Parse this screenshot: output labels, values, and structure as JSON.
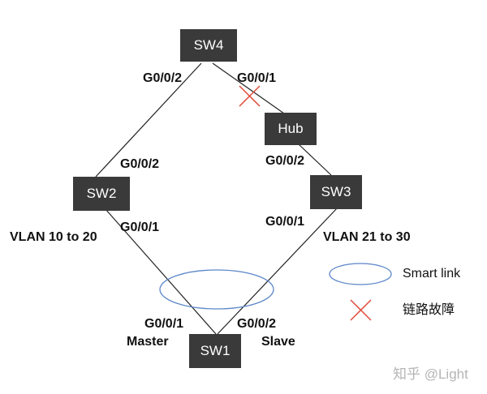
{
  "nodes": {
    "sw4": "SW4",
    "hub": "Hub",
    "sw2": "SW2",
    "sw3": "SW3",
    "sw1": "SW1"
  },
  "ports": {
    "sw4_left": "G0/0/2",
    "sw4_right": "G0/0/1",
    "sw2_top": "G0/0/2",
    "sw2_bottom": "G0/0/1",
    "hub_bottom": "G0/0/2",
    "sw3_bottom": "G0/0/1",
    "sw1_left": "G0/0/1",
    "sw1_right": "G0/0/2"
  },
  "roles": {
    "master": "Master",
    "slave": "Slave"
  },
  "vlans": {
    "left": "VLAN 10 to 20",
    "right": "VLAN 21 to 30"
  },
  "legend": {
    "smart_link": "Smart link",
    "link_failure": "链路故障"
  },
  "watermark": "知乎 @Light",
  "colors": {
    "node_fill": "#3a3a3a",
    "smart_link_ellipse": "#5b86c8",
    "failure_mark": "#e04b3a"
  }
}
